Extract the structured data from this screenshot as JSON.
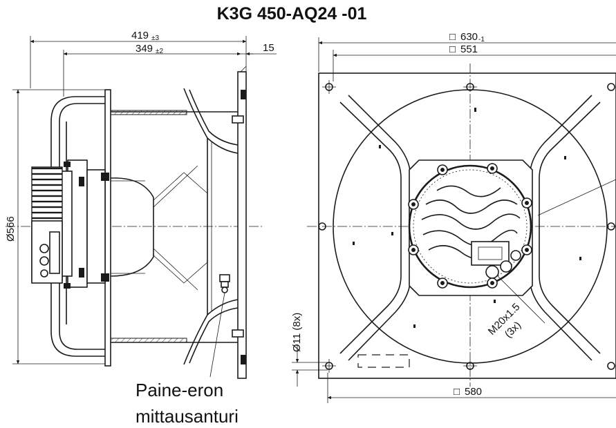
{
  "title": "K3G 450-AQ24 -01",
  "side_view": {
    "dim_overall": {
      "value": "419",
      "tolerance": "±3"
    },
    "dim_inner": {
      "value": "349",
      "tolerance": "±2"
    },
    "dim_flange": "15",
    "dim_diameter": "Ø566",
    "callout_line1": "Paine-eron",
    "callout_line2": "mittausanturi"
  },
  "front_view": {
    "dim_plate": {
      "value": "630",
      "tolerance": "-1",
      "prefix": "□"
    },
    "dim_bolt_top": {
      "value": "551",
      "prefix": "□"
    },
    "dim_bolt_bottom": {
      "value": "580",
      "prefix": "□"
    },
    "dim_holes": "Ø11 (8x)",
    "dim_thread_line1": "M20x1.5",
    "dim_thread_line2": "(3x)"
  }
}
